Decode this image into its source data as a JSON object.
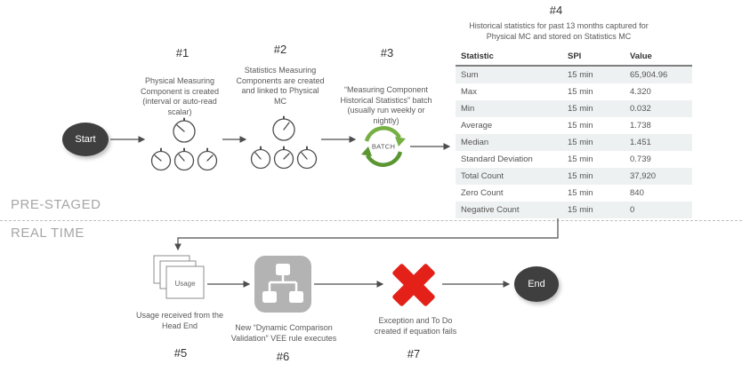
{
  "sections": {
    "pre_staged": "PRE-STAGED",
    "real_time": "REAL TIME"
  },
  "nodes": {
    "start": "Start",
    "end": "End"
  },
  "batch_label": "BATCH",
  "steps": {
    "s1": {
      "num": "#1",
      "text": "Physical Measuring Component is created (interval or auto-read scalar)"
    },
    "s2": {
      "num": "#2",
      "text": "Statistics Measuring Components are created and linked to Physical MC"
    },
    "s3": {
      "num": "#3",
      "text": "“Measuring Component Historical Statistics” batch (usually run weekly or nightly)"
    },
    "s4": {
      "num": "#4",
      "caption": "Historical statistics for past 13 months captured for Physical MC and stored on Statistics MC"
    },
    "s5": {
      "num": "#5",
      "text": "Usage received from the Head End",
      "icon_label": "Usage"
    },
    "s6": {
      "num": "#6",
      "text": "New “Dynamic Comparison Validation” VEE rule executes"
    },
    "s7": {
      "num": "#7",
      "text": "Exception and To Do created if equation fails"
    }
  },
  "table": {
    "headers": [
      "Statistic",
      "SPI",
      "Value"
    ],
    "rows": [
      [
        "Sum",
        "15 min",
        "65,904.96"
      ],
      [
        "Max",
        "15 min",
        "4.320"
      ],
      [
        "Min",
        "15 min",
        "0.032"
      ],
      [
        "Average",
        "15 min",
        "1.738"
      ],
      [
        "Median",
        "15 min",
        "1.451"
      ],
      [
        "Standard Deviation",
        "15 min",
        "0.739"
      ],
      [
        "Total Count",
        "15 min",
        "37,920"
      ],
      [
        "Zero Count",
        "15 min",
        "840"
      ],
      [
        "Negative Count",
        "15 min",
        "0"
      ]
    ]
  },
  "colors": {
    "node_dark": "#3f3f3f",
    "batch_green": "#6fae3f",
    "fail_red": "#e32119",
    "icon_gray": "#b3b3b3",
    "divider_gray": "#bfbfbf"
  }
}
